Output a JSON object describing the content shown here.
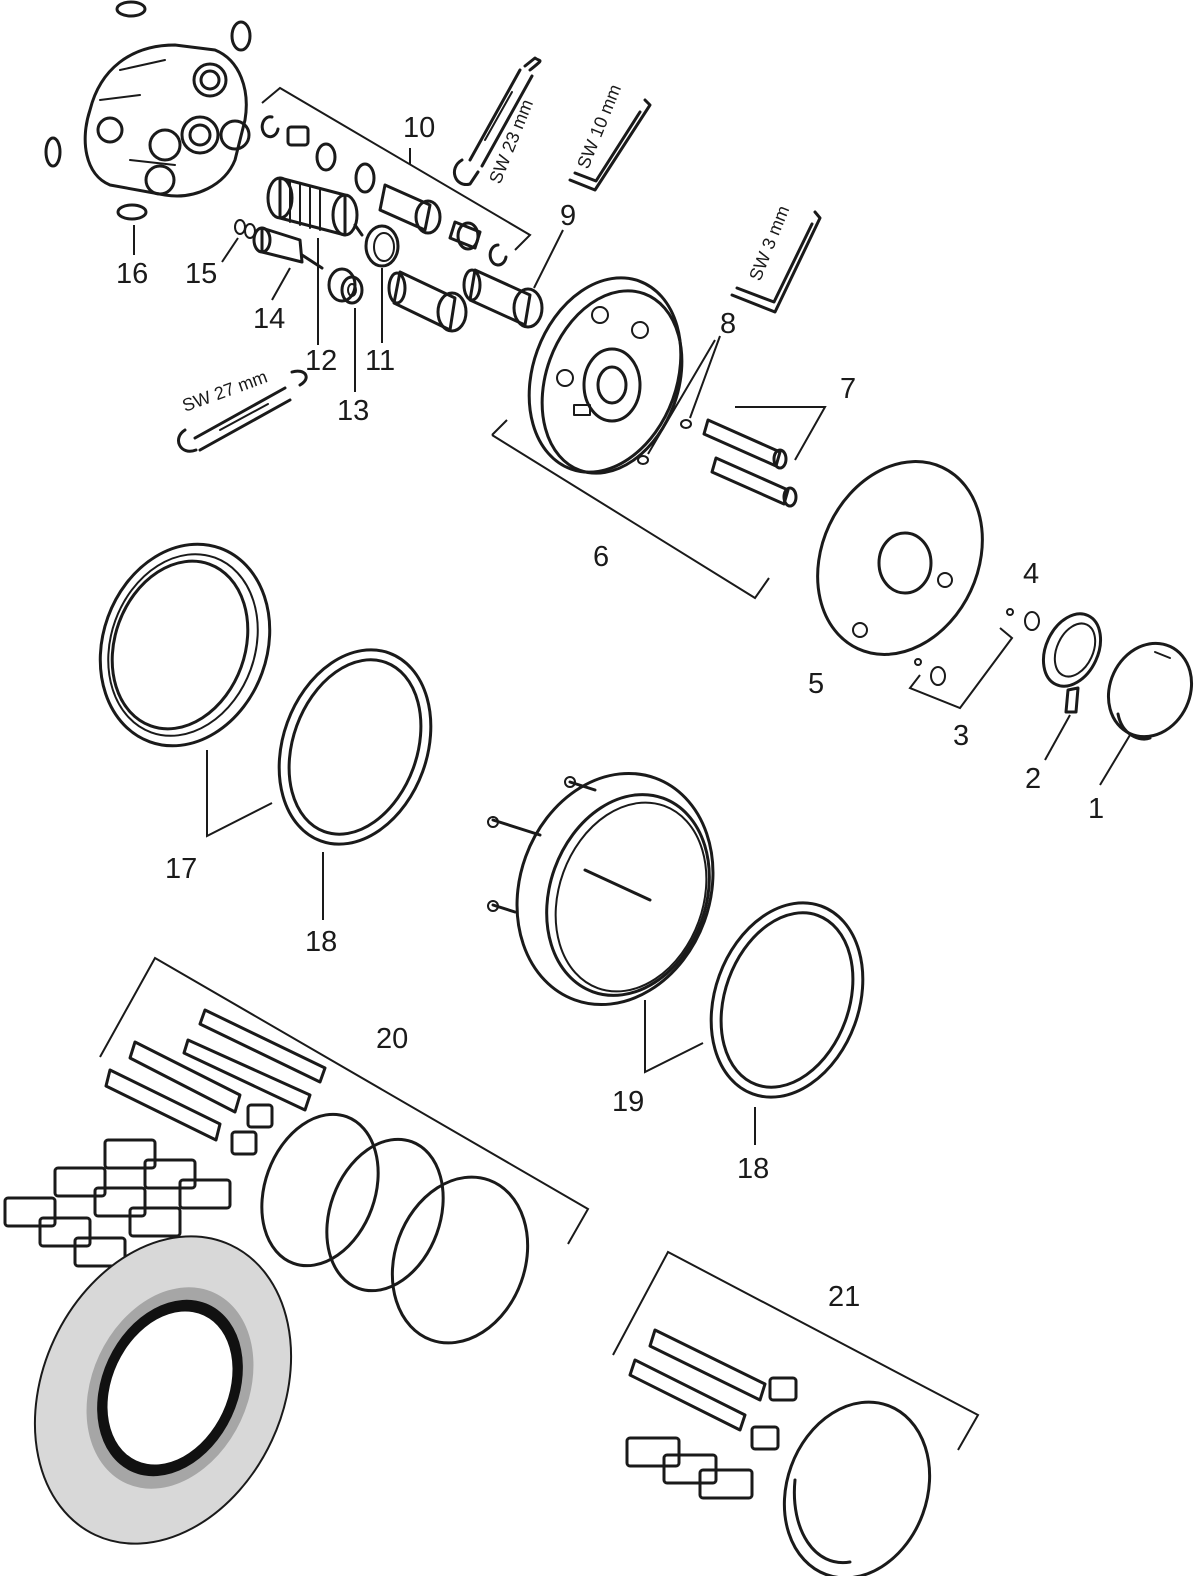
{
  "diagram": {
    "callouts": [
      "1",
      "2",
      "3",
      "4",
      "5",
      "6",
      "7",
      "8",
      "9",
      "10",
      "11",
      "12",
      "13",
      "14",
      "15",
      "16",
      "17",
      "18",
      "18",
      "19",
      "20",
      "21"
    ],
    "tool_labels": {
      "wrench_23": "SW 23 mm",
      "hex_10": "SW 10 mm",
      "hex_3": "SW 3 mm",
      "wrench_27": "SW 27 mm"
    },
    "colors": {
      "ink": "#1a1a1a",
      "gasket_outer": "#d8d8d8",
      "gasket_mid": "#a6a6a6",
      "gasket_inner": "#111111"
    }
  }
}
